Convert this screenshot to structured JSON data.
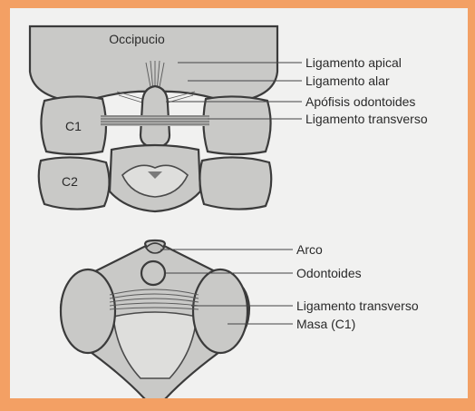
{
  "top_view": {
    "bone_labels": {
      "occiput": "Occipucio",
      "c1": "C1",
      "c2": "C2"
    },
    "callouts": [
      "Ligamento apical",
      "Ligamento alar",
      "Apófisis odontoides",
      "Ligamento transverso"
    ]
  },
  "bottom_view": {
    "callouts": [
      "Arco",
      "Odontoides",
      "Ligamento transverso",
      "Masa (C1)"
    ]
  }
}
